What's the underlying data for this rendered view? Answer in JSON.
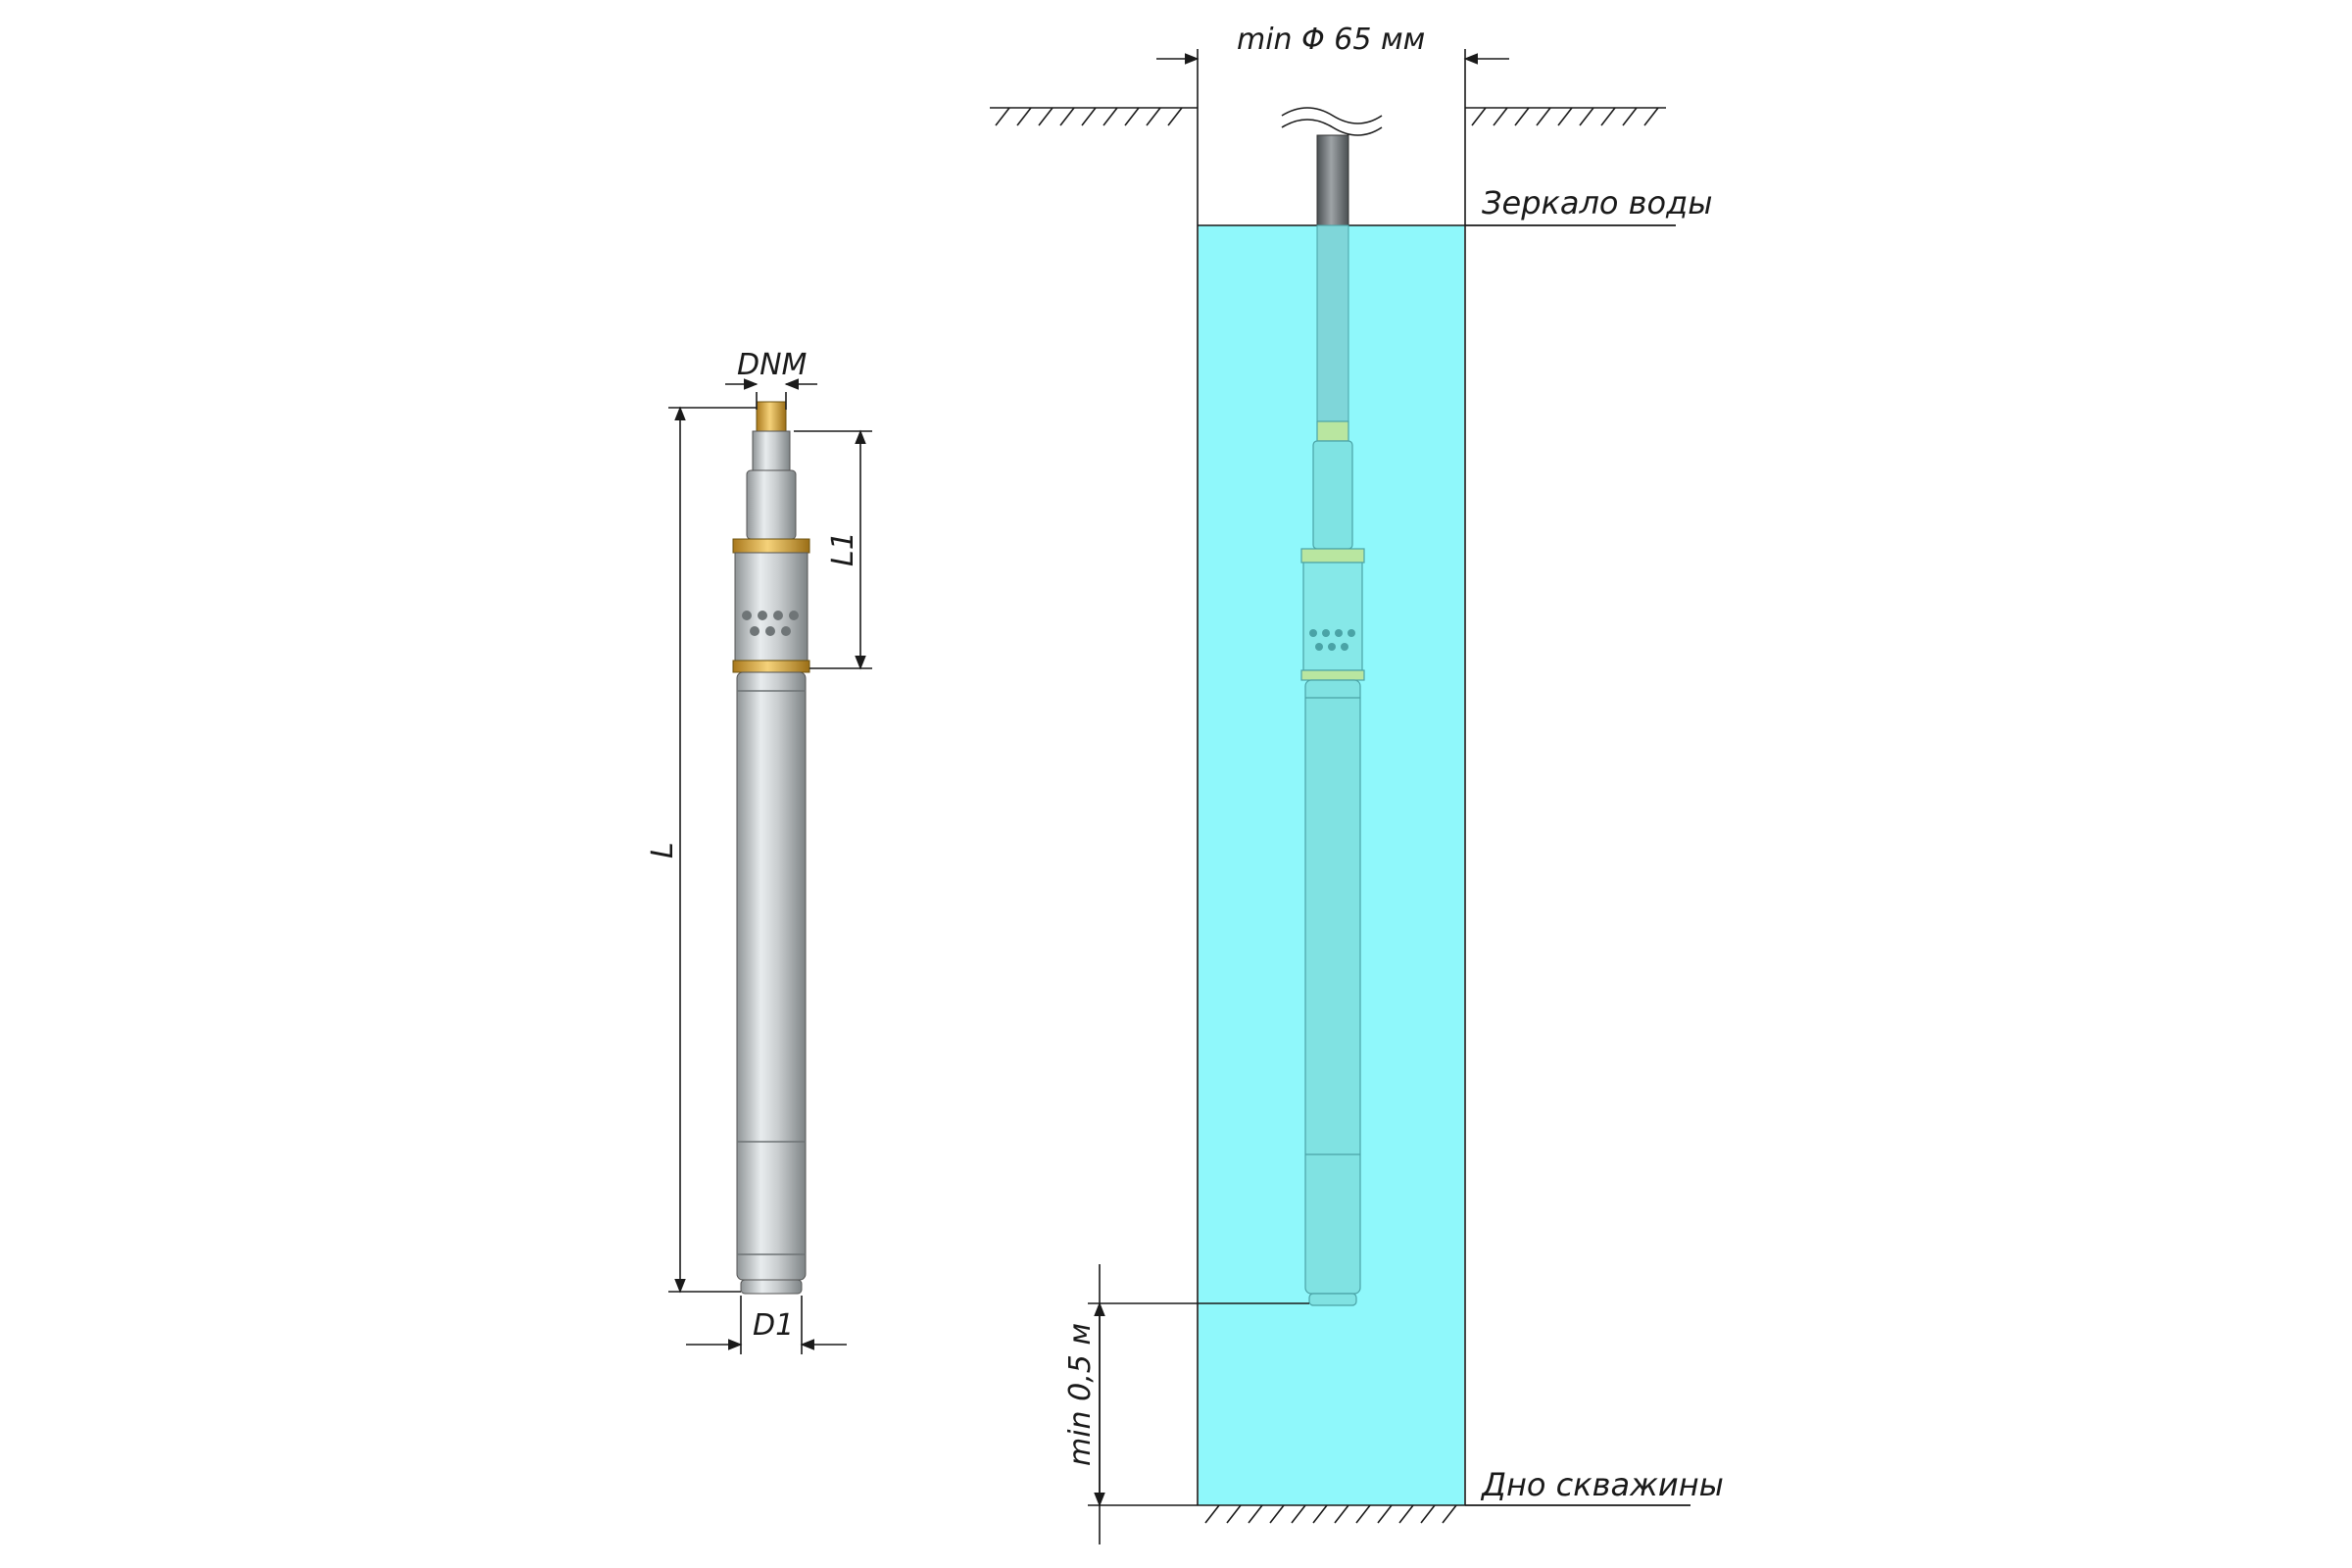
{
  "labels": {
    "well_diameter": "min Φ 65 мм",
    "water_surface": "Зеркало воды",
    "well_bottom": "Дно скважины",
    "min_clearance": "min 0,5 м",
    "dnm": "DNM",
    "l1": "L1",
    "l": "L",
    "d1": "D1"
  },
  "colors": {
    "water": "#8ff8fb",
    "pump_metal": "#c9cdcf",
    "brass": "#d9a93a",
    "line": "#1a1a1a"
  }
}
